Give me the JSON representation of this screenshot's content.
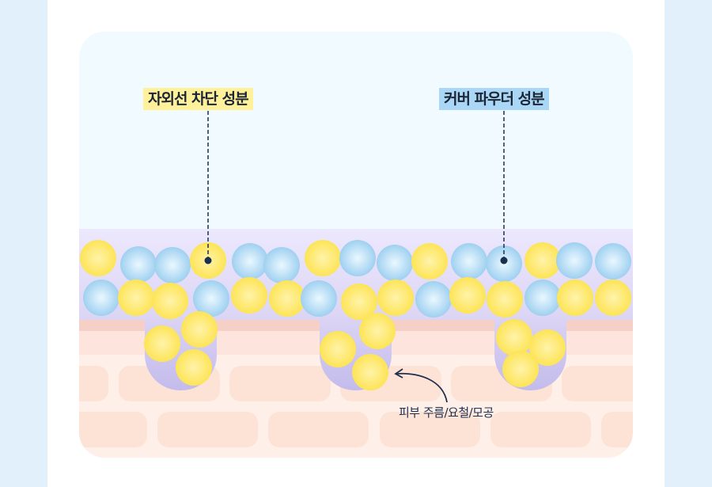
{
  "labels": {
    "uv_block": "자외선 차단 성분",
    "cover_powder": "커버 파우더 성분",
    "skin_note": "피부 주름/요철/모공"
  },
  "colors": {
    "uv_particle": "#fde95a",
    "powder_particle": "#a9d7f5",
    "pointer": "#1b3050"
  }
}
